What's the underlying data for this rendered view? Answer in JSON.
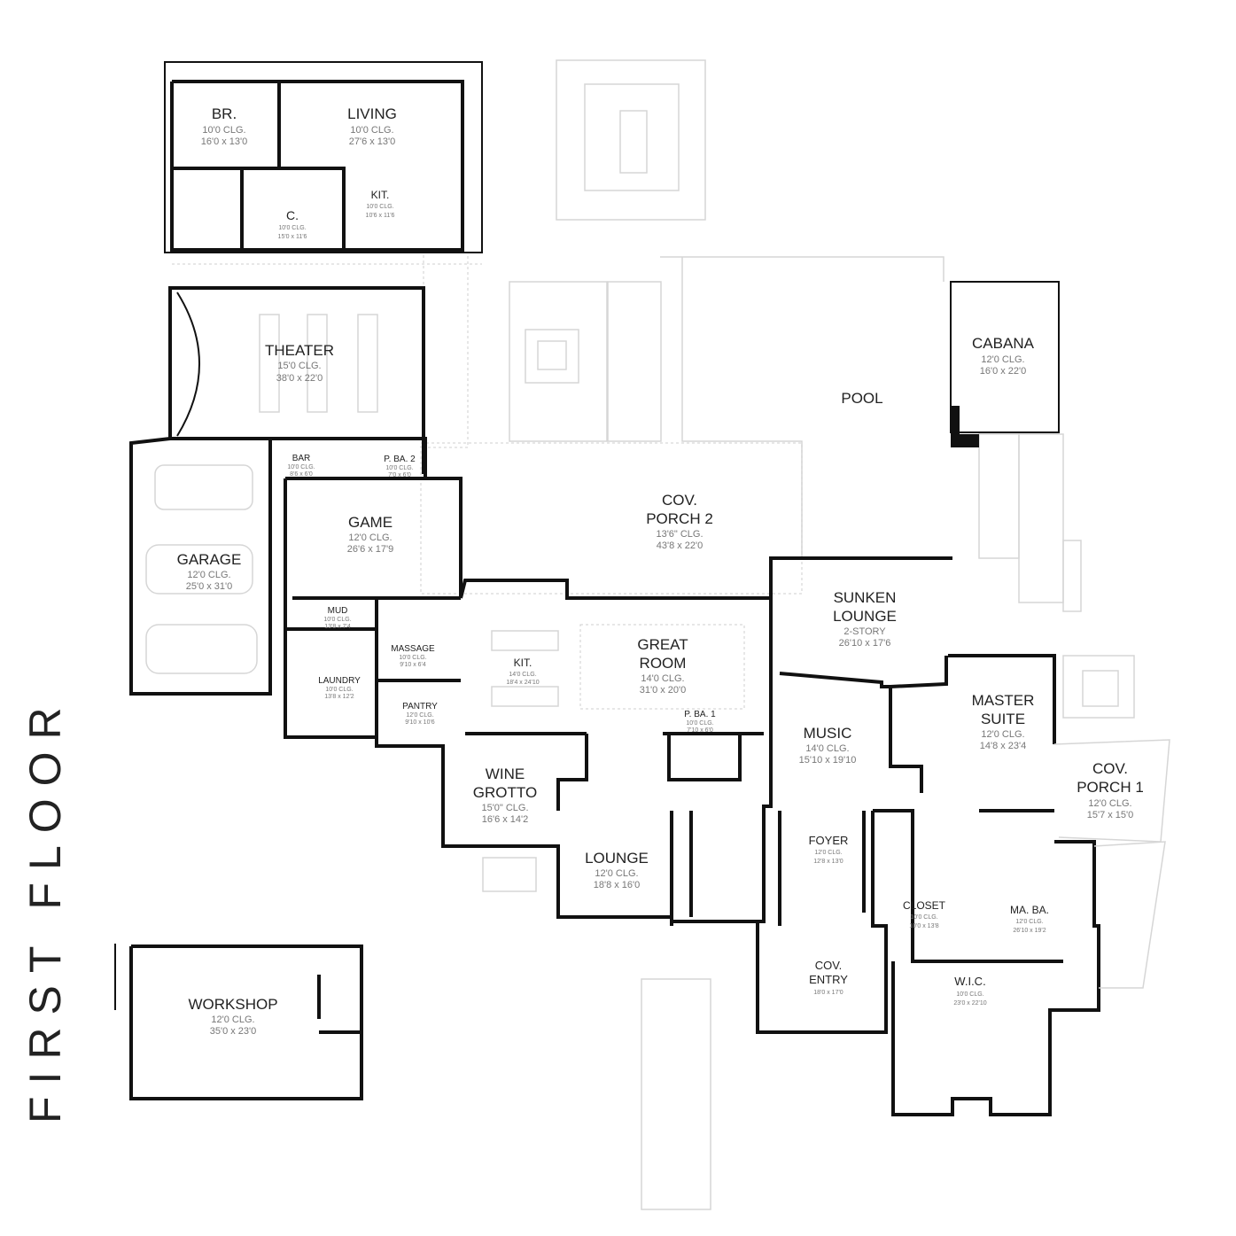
{
  "title": "FIRST FLOOR",
  "rooms": {
    "br": {
      "name": "BR.",
      "clg": "10'0 CLG.",
      "size": "16'0 x 13'0"
    },
    "living": {
      "name": "LIVING",
      "clg": "10'0 CLG.",
      "size": "27'6 x 13'0"
    },
    "c": {
      "name": "C.",
      "clg": "10'0 CLG.",
      "size": "15'0 x 11'6"
    },
    "kit_guest": {
      "name": "KIT.",
      "clg": "10'0 CLG.",
      "size": "10'6 x 11'6"
    },
    "theater": {
      "name": "THEATER",
      "clg": "15'0 CLG.",
      "size": "38'0 x 22'0"
    },
    "cabana": {
      "name": "CABANA",
      "clg": "12'0 CLG.",
      "size": "16'0 x 22'0"
    },
    "pool": {
      "name": "POOL"
    },
    "bar": {
      "name": "BAR",
      "clg": "10'0 CLG.",
      "size": "8'6 x 6'0"
    },
    "pba2": {
      "name": "P. BA. 2",
      "clg": "10'0 CLG.",
      "size": "7'0 x 6'0"
    },
    "porch2": {
      "name1": "COV.",
      "name2": "PORCH 2",
      "clg": "13'6\" CLG.",
      "size": "43'8 x 22'0"
    },
    "game": {
      "name": "GAME",
      "clg": "12'0 CLG.",
      "size": "26'6 x 17'9"
    },
    "garage": {
      "name": "GARAGE",
      "clg": "12'0 CLG.",
      "size": "25'0 x 31'0"
    },
    "sunken": {
      "name1": "SUNKEN",
      "name2": "LOUNGE",
      "clg": "2-STORY",
      "size": "26'10 x 17'6"
    },
    "mud": {
      "name": "MUD",
      "clg": "10'0 CLG.",
      "size": "13'8 x 7'4"
    },
    "massage": {
      "name": "MASSAGE",
      "clg": "10'0 CLG.",
      "size": "9'10 x 6'4"
    },
    "kit": {
      "name": "KIT.",
      "clg": "14'0 CLG.",
      "size": "18'4 x 24'10"
    },
    "great": {
      "name1": "GREAT",
      "name2": "ROOM",
      "clg": "14'0 CLG.",
      "size": "31'0 x 20'0"
    },
    "laundry": {
      "name": "LAUNDRY",
      "clg": "10'0 CLG.",
      "size": "13'8 x 12'2"
    },
    "pantry": {
      "name": "PANTRY",
      "clg": "12'0 CLG.",
      "size": "9'10 x 10'6"
    },
    "pba1": {
      "name": "P. BA. 1",
      "clg": "10'0 CLG.",
      "size": "7'10 x 6'0"
    },
    "master": {
      "name1": "MASTER",
      "name2": "SUITE",
      "clg": "12'0 CLG.",
      "size": "14'8 x 23'4"
    },
    "music": {
      "name": "MUSIC",
      "clg": "14'0 CLG.",
      "size": "15'10 x 19'10"
    },
    "porch1": {
      "name1": "COV.",
      "name2": "PORCH 1",
      "clg": "12'0 CLG.",
      "size": "15'7 x 15'0"
    },
    "wine": {
      "name1": "WINE",
      "name2": "GROTTO",
      "clg": "15'0\" CLG.",
      "size": "16'6 x 14'2"
    },
    "foyer": {
      "name": "FOYER",
      "clg": "12'0 CLG.",
      "size": "12'8 x 13'0"
    },
    "lounge": {
      "name": "LOUNGE",
      "clg": "12'0 CLG.",
      "size": "18'8 x 16'0"
    },
    "closet": {
      "name": "CLOSET",
      "clg": "10'0 CLG.",
      "size": "10'0 x 13'8"
    },
    "maba": {
      "name": "MA. BA.",
      "clg": "12'0 CLG.",
      "size": "26'10 x 19'2"
    },
    "entry": {
      "name1": "COV.",
      "name2": "ENTRY",
      "size": "18'0 x 17'0"
    },
    "wic": {
      "name": "W.I.C.",
      "clg": "10'0 CLG.",
      "size": "23'0 x 22'10"
    },
    "workshop": {
      "name": "WORKSHOP",
      "clg": "12'0 CLG.",
      "size": "35'0 x 23'0"
    }
  }
}
